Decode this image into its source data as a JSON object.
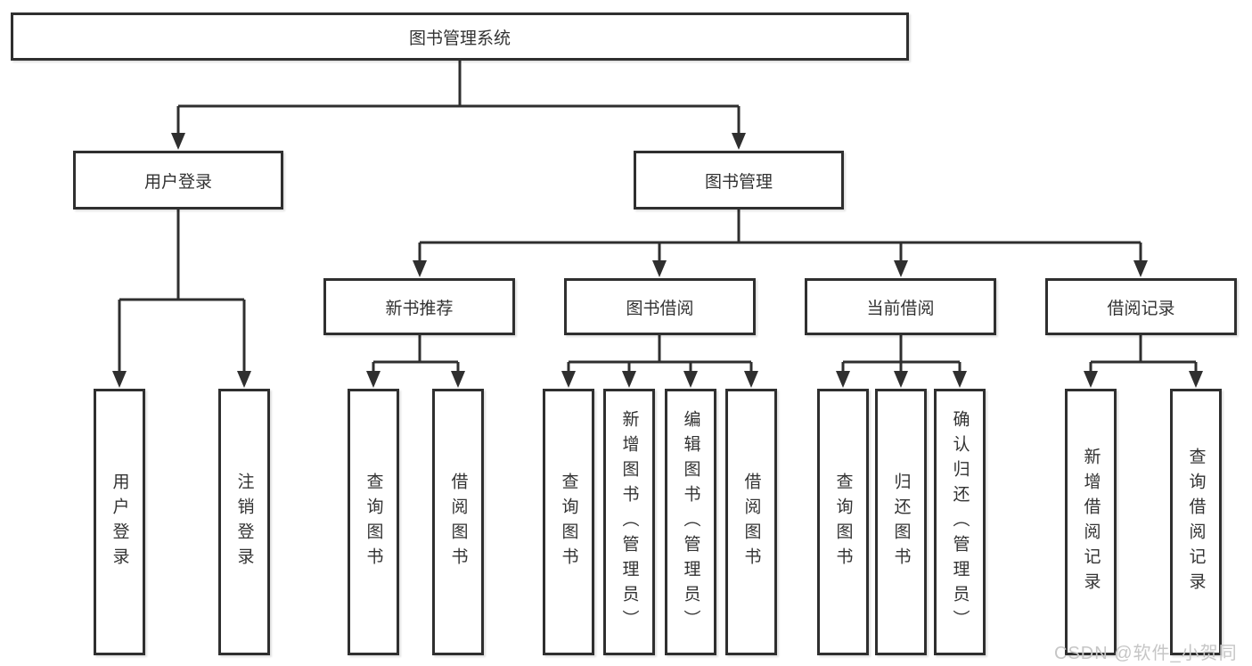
{
  "background": "#ffffff",
  "stroke_color": "#2f2f2f",
  "text_color": "#333333",
  "watermark": {
    "text": "CSDN @软件_小贺同学",
    "color": "#c6c6c6"
  },
  "tree": {
    "root": "图书管理系统",
    "branches": [
      {
        "label": "用户登录",
        "leaves": [
          "用户登录",
          "注销登录"
        ]
      },
      {
        "label": "图书管理",
        "sections": [
          {
            "label": "新书推荐",
            "leaves": [
              "查询图书",
              "借阅图书"
            ]
          },
          {
            "label": "图书借阅",
            "leaves": [
              "查询图书",
              "新增图书（管理员）",
              "编辑图书（管理员）",
              "借阅图书"
            ]
          },
          {
            "label": "当前借阅",
            "leaves": [
              "查询图书",
              "归还图书",
              "确认归还（管理员）"
            ]
          },
          {
            "label": "借阅记录",
            "leaves": [
              "新增借阅记录",
              "查询借阅记录"
            ]
          }
        ]
      }
    ]
  }
}
